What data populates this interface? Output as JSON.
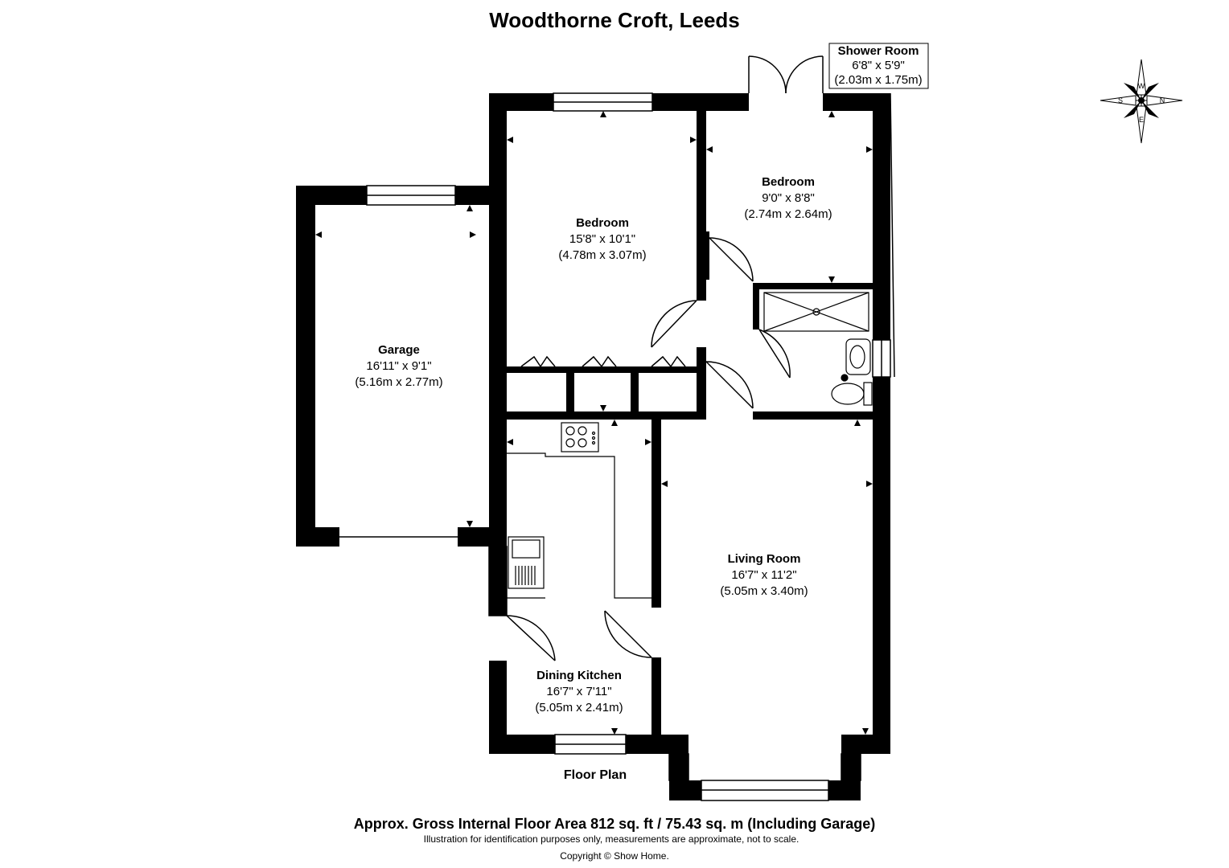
{
  "title": "Woodthorne Croft, Leeds",
  "plan_label": "Floor Plan",
  "rooms": {
    "shower": {
      "name": "Shower Room",
      "imperial": "6'8\" x 5'9\"",
      "metric": "(2.03m x 1.75m)"
    },
    "bedroom_main": {
      "name": "Bedroom",
      "imperial": "15'8\" x 10'1\"",
      "metric": "(4.78m x 3.07m)"
    },
    "bedroom_second": {
      "name": "Bedroom",
      "imperial": "9'0\" x 8'8\"",
      "metric": "(2.74m x 2.64m)"
    },
    "garage": {
      "name": "Garage",
      "imperial": "16'11\" x 9'1\"",
      "metric": "(5.16m x 2.77m)"
    },
    "living": {
      "name": "Living Room",
      "imperial": "16'7\" x 11'2\"",
      "metric": "(5.05m x 3.40m)"
    },
    "kitchen": {
      "name": "Dining Kitchen",
      "imperial": "16'7\" x 7'11\"",
      "metric": "(5.05m x 2.41m)"
    }
  },
  "compass": {
    "w": "W",
    "n": "N",
    "e": "E",
    "s": "S"
  },
  "footer": {
    "area": "Approx. Gross Internal Floor Area 812 sq. ft / 75.43 sq. m (Including Garage)",
    "disclaimer": "Illustration for identification purposes only, measurements are approximate, not to scale.",
    "copyright": "Copyright © Show Home."
  },
  "colors": {
    "wall": "#000000",
    "background": "#ffffff",
    "line": "#000000"
  }
}
